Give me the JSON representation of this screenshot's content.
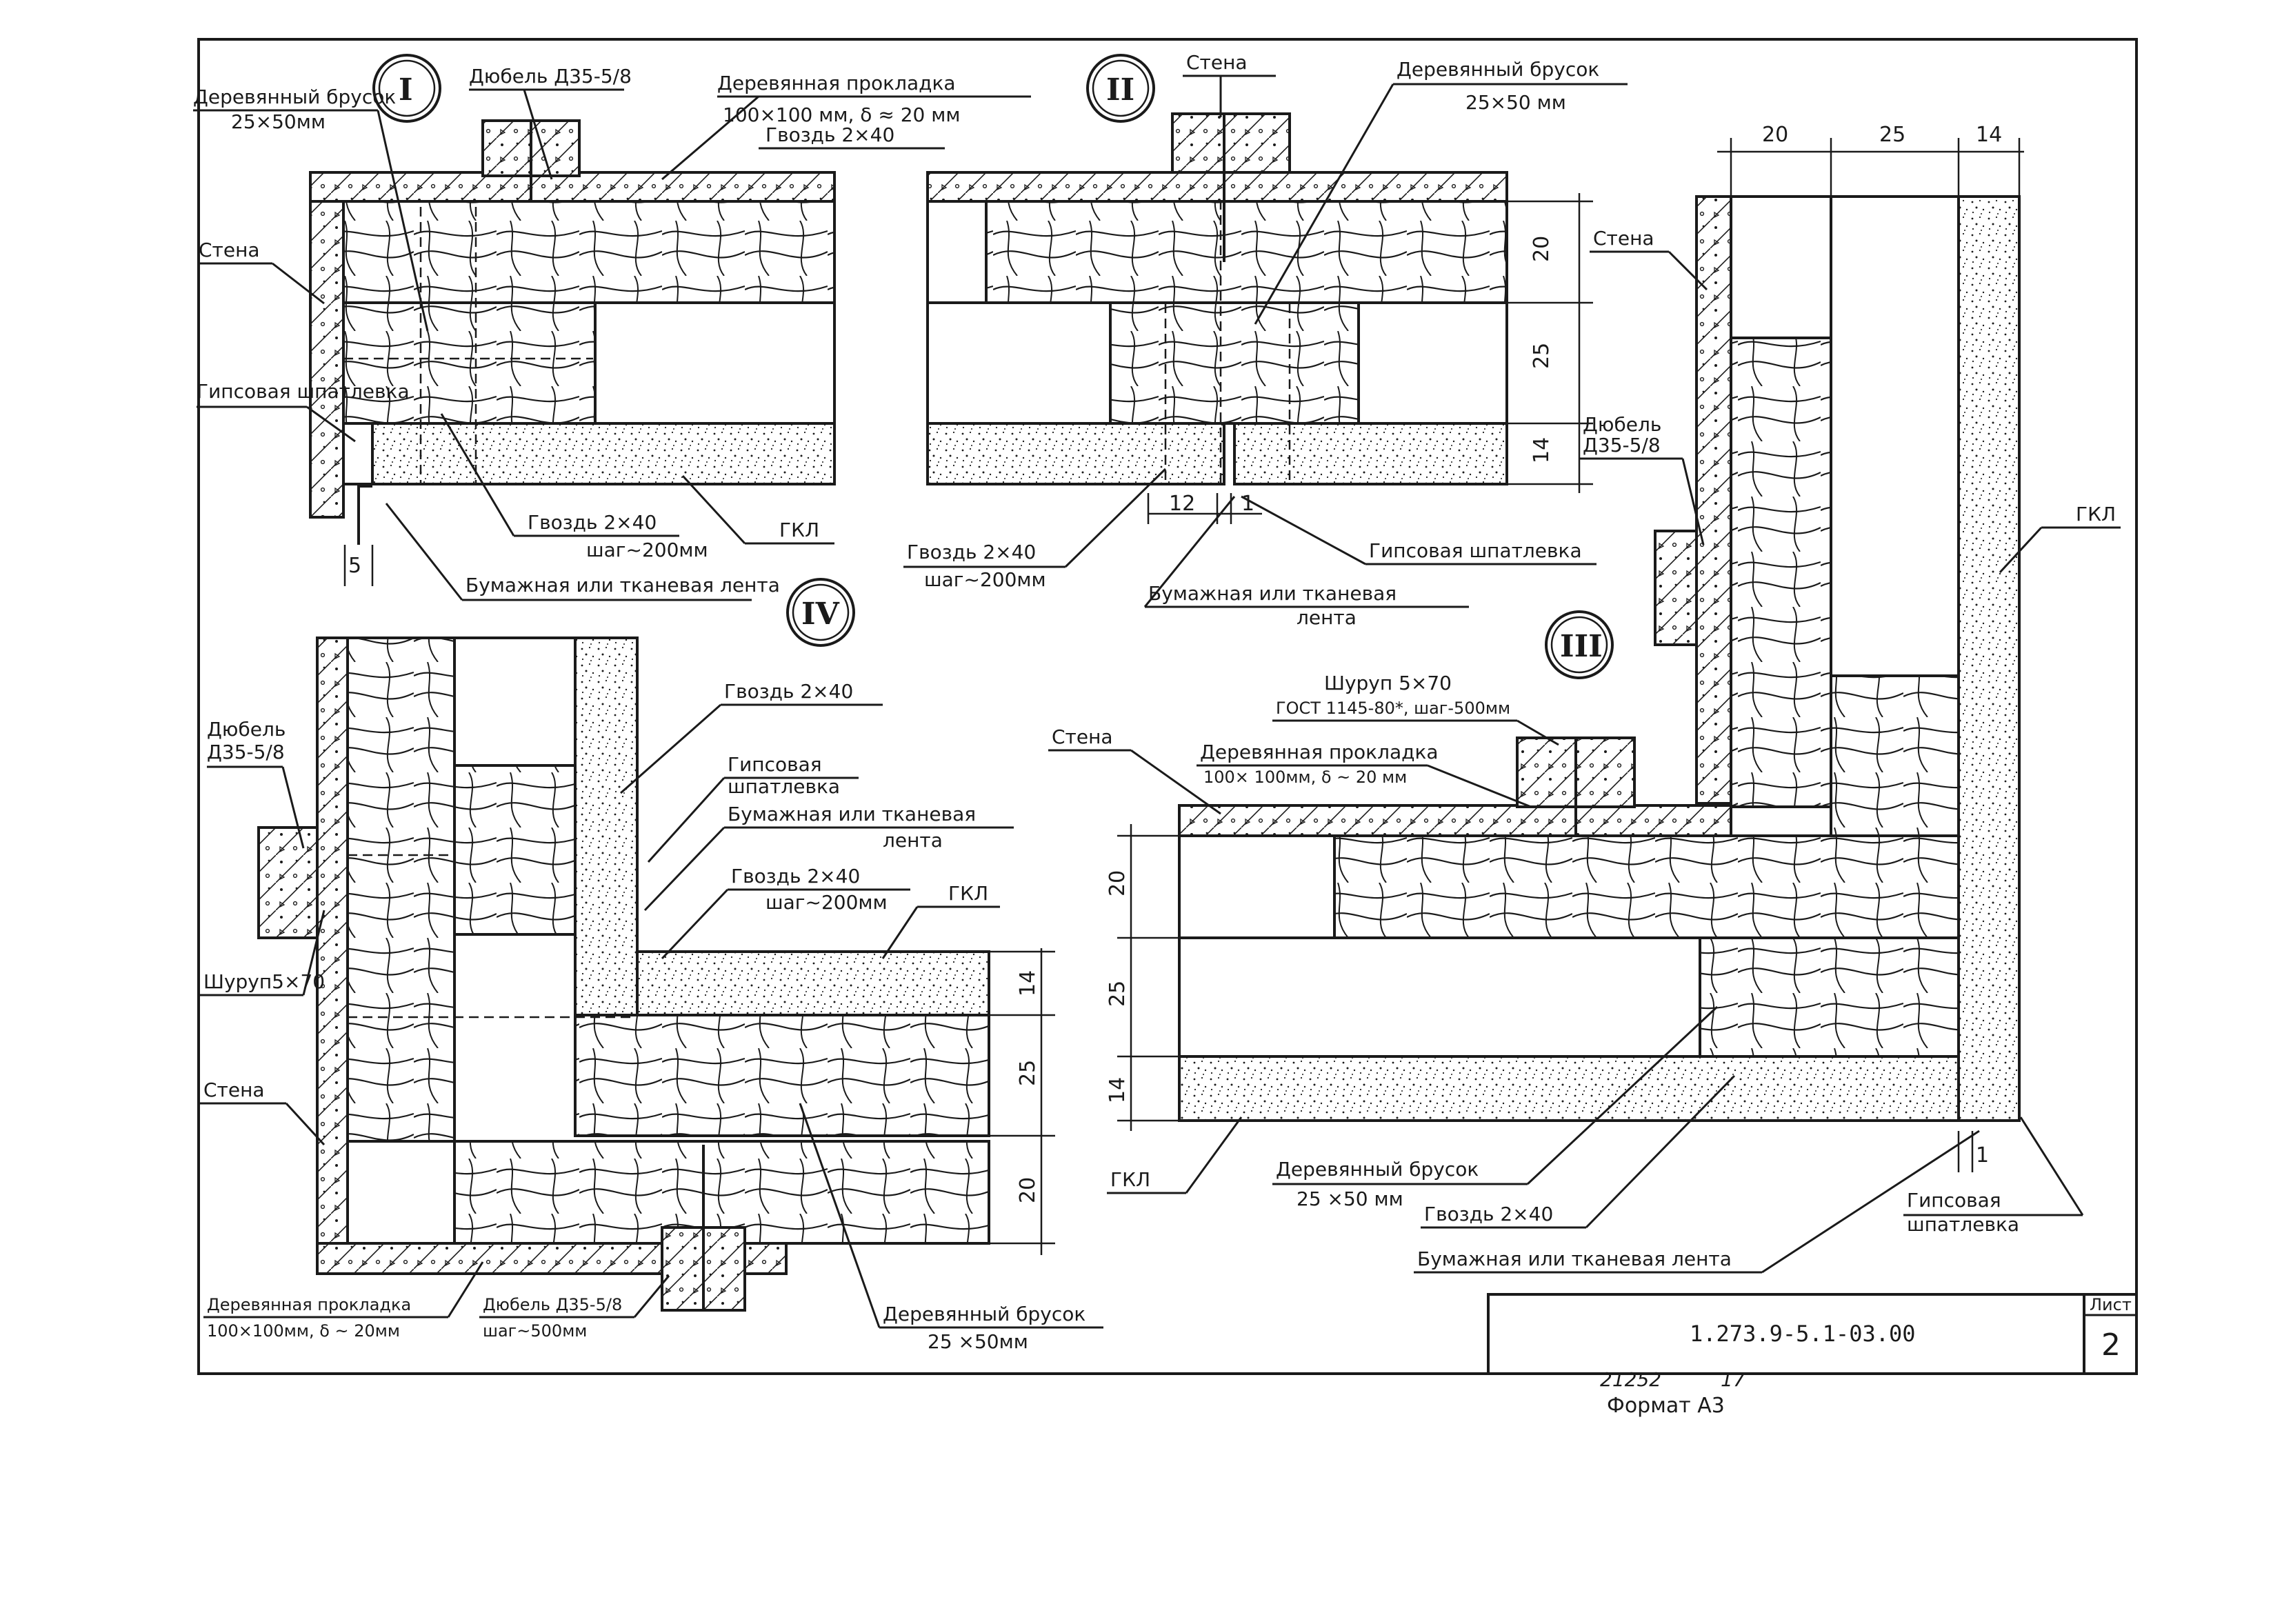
{
  "sheet": {
    "doc_code": "1.273.9-5.1-03.00",
    "sheet_label": "Лист",
    "sheet_number": "2",
    "format": "Формат А3",
    "footer_num": "21252",
    "footer_page": "17"
  },
  "details": {
    "I": {
      "roman": "I",
      "wood_block": "Деревянный брусок",
      "wood_block_size": "25×50мм",
      "dowel": "Дюбель Д35-5/8",
      "pad": "Деревянная прокладка",
      "pad_size": "100×100 мм, δ ≈ 20 мм",
      "nail_top": "Гвоздь 2×40",
      "wall": "Стена",
      "putty": "Гипсовая шпатлевка",
      "nail": "Гвоздь 2×40",
      "nail_step": "шаг~200мм",
      "gkl": "ГКЛ",
      "tape": "Бумажная или тканевая лента",
      "dim_5": "5"
    },
    "II": {
      "roman": "II",
      "wall": "Стена",
      "wood_block": "Деревянный брусок",
      "wood_block_size": "25×50 мм",
      "dim_20": "20",
      "dim_25": "25",
      "dim_14": "14",
      "dim_12": "12",
      "dim_1": "1",
      "nail": "Гвоздь 2×40",
      "nail_step": "шаг~200мм",
      "putty": "Гипсовая шпатлевка",
      "tape": "Бумажная или тканевая",
      "tape2": "лента"
    },
    "III": {
      "roman": "III",
      "dim_20": "20",
      "dim_25": "25",
      "dim_14": "14",
      "wall": "Стена",
      "dowel": "Дюбель",
      "dowel2": "Д35-5/8",
      "gkl": "ГКЛ",
      "screw": "Шуруп 5×70",
      "screw_gost": "ГОСТ 1145-80*, шаг-500мм",
      "wall2": "Стена",
      "pad": "Деревянная прокладка",
      "pad_size": "100× 100мм, δ ~ 20 мм",
      "dim_v20": "20",
      "dim_v25": "25",
      "dim_v14": "14",
      "gkl2": "ГКЛ",
      "wood_block": "Деревянный брусок",
      "wood_block_size": "25 ×50 мм",
      "nail": "Гвоздь 2×40",
      "tape": "Бумажная или тканевая лента",
      "dim_1": "1",
      "putty": "Гипсовая",
      "putty2": "шпатлевка"
    },
    "IV": {
      "roman": "IV",
      "dowel": "Дюбель",
      "dowel2": "Д35-5/8",
      "nail_top": "Гвоздь 2×40",
      "putty": "Гипсовая",
      "putty2": "шпатлевка",
      "tape": "Бумажная или тканевая",
      "tape2": "лента",
      "nail": "Гвоздь 2×40",
      "nail_step": "шаг~200мм",
      "gkl": "ГКЛ",
      "screw": "Шуруп5×70",
      "wall": "Стена",
      "dim_14": "14",
      "dim_25": "25",
      "dim_20": "20",
      "pad": "Деревянная прокладка",
      "pad_size": "100×100мм, δ ~ 20мм",
      "dowel_step": "Дюбель Д35-5/8",
      "dowel_step2": "шаг~500мм",
      "wood_block": "Деревянный брусок",
      "wood_block_size": "25 ×50мм"
    }
  }
}
